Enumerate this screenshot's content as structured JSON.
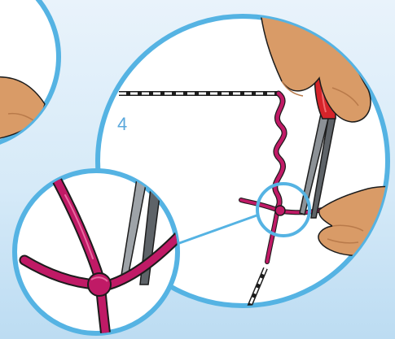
{
  "step": {
    "number": "4"
  },
  "colors": {
    "background_light": "#eef6fc",
    "background_blue": "#cfe6f6",
    "ring_blue": "#55b3e3",
    "cord_magenta": "#c01a66",
    "cord_highlight": "#e86aa0",
    "skin": "#d99b67",
    "skin_shadow": "#b97a4a",
    "scissors_handle": "#d5242a",
    "blade_grey": "#8c9196",
    "thread_white": "#ffffff",
    "outline": "#1c1c1c"
  },
  "panels": [
    "previous-step-circle",
    "step-4-circle",
    "knot-zoom-circle"
  ]
}
